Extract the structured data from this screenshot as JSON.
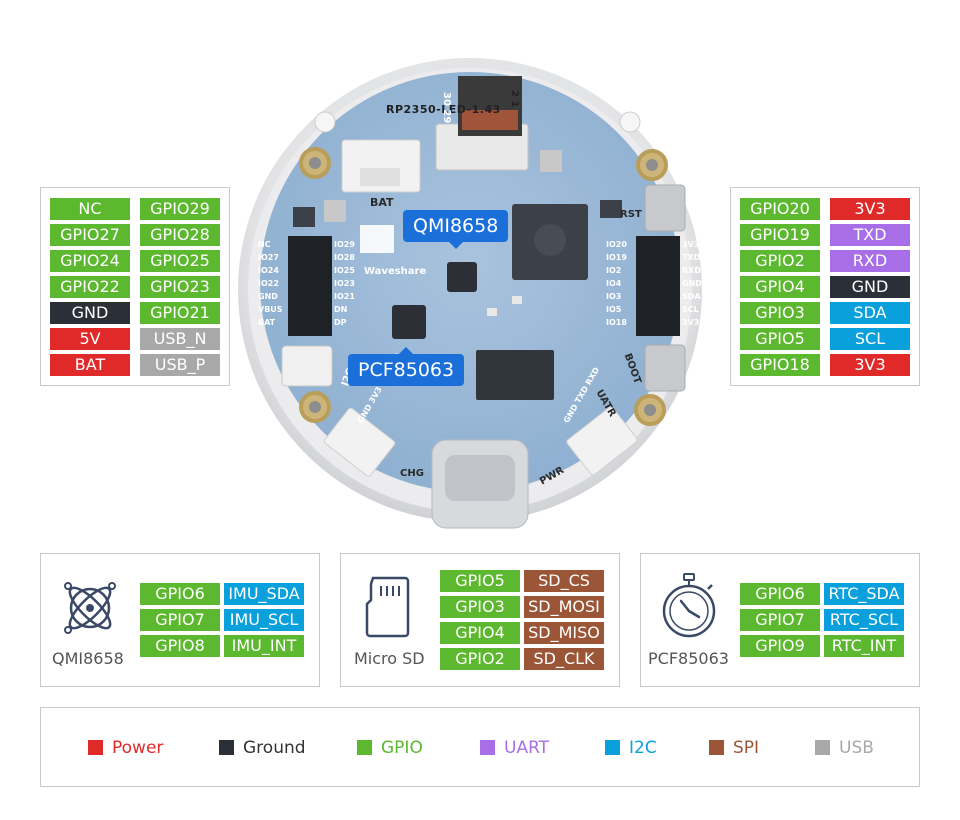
{
  "colors": {
    "power": "#e02a2a",
    "ground": "#2b3038",
    "gpio": "#5cb82e",
    "uart": "#a86ee8",
    "i2c": "#0aa0dc",
    "spi": "#9b5638",
    "usb": "#a8a8a8",
    "callout": "#1a6fd8"
  },
  "board": {
    "silk_title": "RP2350-LED-1.43",
    "silk_cam": "30 29",
    "silk_cam2": "2 1",
    "bat": "BAT",
    "rst": "RST",
    "boot": "BOOT",
    "chg": "CHG",
    "pwr": "PWR",
    "uatr": "UATR",
    "i2c": "I2C",
    "brand": "Waveshare",
    "left_header_labels": [
      "IO29",
      "IO28",
      "IO25",
      "IO23",
      "IO21",
      "DN",
      "DP"
    ],
    "left_header_labels2": [
      "NC",
      "IO27",
      "IO24",
      "IO22",
      "GND",
      "VBUS",
      "BAT"
    ],
    "right_header_labels": [
      "3V3",
      "TXD",
      "RXD",
      "GND",
      "SDA",
      "SCL",
      "3V3"
    ],
    "right_header_labels2": [
      "IO20",
      "IO19",
      "IO2",
      "IO4",
      "IO3",
      "IO5",
      "IO18"
    ],
    "i2c_pins": "GND 3V3 SDA SCL",
    "uart_pins": "GND TXD RXD"
  },
  "callouts": {
    "imu": "QMI8658",
    "rtc": "PCF85063"
  },
  "left_pins": [
    [
      {
        "label": "NC",
        "type": "gpio"
      },
      {
        "label": "GPIO29",
        "type": "gpio"
      }
    ],
    [
      {
        "label": "GPIO27",
        "type": "gpio"
      },
      {
        "label": "GPIO28",
        "type": "gpio"
      }
    ],
    [
      {
        "label": "GPIO24",
        "type": "gpio"
      },
      {
        "label": "GPIO25",
        "type": "gpio"
      }
    ],
    [
      {
        "label": "GPIO22",
        "type": "gpio"
      },
      {
        "label": "GPIO23",
        "type": "gpio"
      }
    ],
    [
      {
        "label": "GND",
        "type": "ground"
      },
      {
        "label": "GPIO21",
        "type": "gpio"
      }
    ],
    [
      {
        "label": "5V",
        "type": "power"
      },
      {
        "label": "USB_N",
        "type": "usb"
      }
    ],
    [
      {
        "label": "BAT",
        "type": "power"
      },
      {
        "label": "USB_P",
        "type": "usb"
      }
    ]
  ],
  "right_pins": [
    [
      {
        "label": "GPIO20",
        "type": "gpio"
      },
      {
        "label": "3V3",
        "type": "power"
      }
    ],
    [
      {
        "label": "GPIO19",
        "type": "gpio"
      },
      {
        "label": "TXD",
        "type": "uart"
      }
    ],
    [
      {
        "label": "GPIO2",
        "type": "gpio"
      },
      {
        "label": "RXD",
        "type": "uart"
      }
    ],
    [
      {
        "label": "GPIO4",
        "type": "gpio"
      },
      {
        "label": "GND",
        "type": "ground"
      }
    ],
    [
      {
        "label": "GPIO3",
        "type": "gpio"
      },
      {
        "label": "SDA",
        "type": "i2c"
      }
    ],
    [
      {
        "label": "GPIO5",
        "type": "gpio"
      },
      {
        "label": "SCL",
        "type": "i2c"
      }
    ],
    [
      {
        "label": "GPIO18",
        "type": "gpio"
      },
      {
        "label": "3V3",
        "type": "power"
      }
    ]
  ],
  "modules": [
    {
      "name": "QMI8658",
      "icon": "imu-gyro-icon",
      "pins": [
        [
          {
            "label": "GPIO6",
            "type": "gpio"
          },
          {
            "label": "IMU_SDA",
            "type": "i2c"
          }
        ],
        [
          {
            "label": "GPIO7",
            "type": "gpio"
          },
          {
            "label": "IMU_SCL",
            "type": "i2c"
          }
        ],
        [
          {
            "label": "GPIO8",
            "type": "gpio"
          },
          {
            "label": "IMU_INT",
            "type": "gpio"
          }
        ]
      ]
    },
    {
      "name": "Micro SD",
      "icon": "micro-sd-icon",
      "pins": [
        [
          {
            "label": "GPIO5",
            "type": "gpio"
          },
          {
            "label": "SD_CS",
            "type": "spi"
          }
        ],
        [
          {
            "label": "GPIO3",
            "type": "gpio"
          },
          {
            "label": "SD_MOSI",
            "type": "spi"
          }
        ],
        [
          {
            "label": "GPIO4",
            "type": "gpio"
          },
          {
            "label": "SD_MISO",
            "type": "spi"
          }
        ],
        [
          {
            "label": "GPIO2",
            "type": "gpio"
          },
          {
            "label": "SD_CLK",
            "type": "spi"
          }
        ]
      ]
    },
    {
      "name": "PCF85063",
      "icon": "stopwatch-icon",
      "pins": [
        [
          {
            "label": "GPIO6",
            "type": "gpio"
          },
          {
            "label": "RTC_SDA",
            "type": "i2c"
          }
        ],
        [
          {
            "label": "GPIO7",
            "type": "gpio"
          },
          {
            "label": "RTC_SCL",
            "type": "i2c"
          }
        ],
        [
          {
            "label": "GPIO9",
            "type": "gpio"
          },
          {
            "label": "RTC_INT",
            "type": "gpio"
          }
        ]
      ]
    }
  ],
  "legend": [
    {
      "label": "Power",
      "type": "power"
    },
    {
      "label": "Ground",
      "type": "ground"
    },
    {
      "label": "GPIO",
      "type": "gpio"
    },
    {
      "label": "UART",
      "type": "uart"
    },
    {
      "label": "I2C",
      "type": "i2c"
    },
    {
      "label": "SPI",
      "type": "spi"
    },
    {
      "label": "USB",
      "type": "usb"
    }
  ]
}
